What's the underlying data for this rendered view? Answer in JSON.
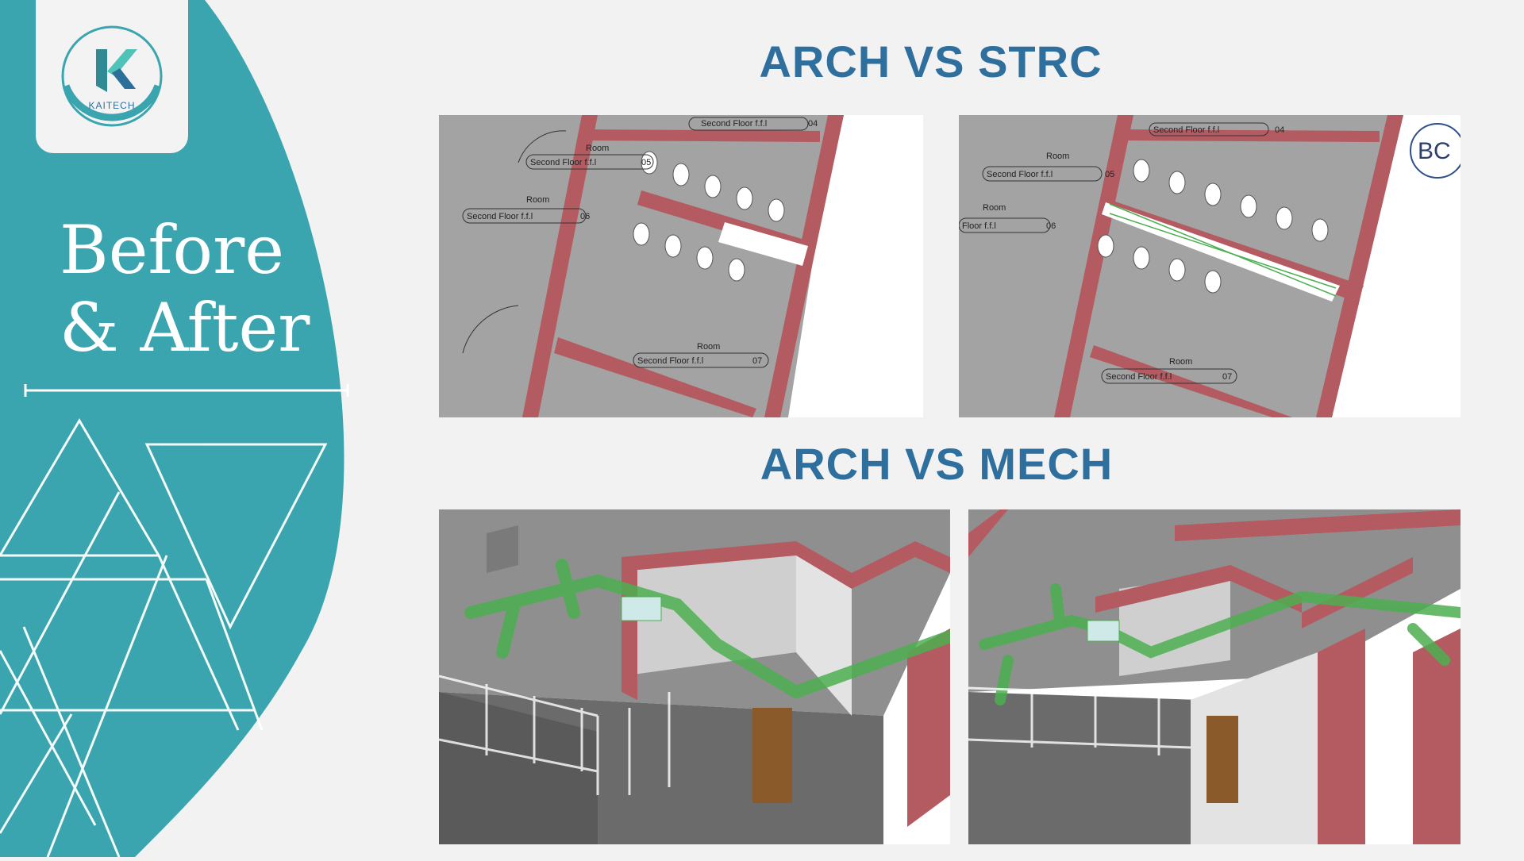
{
  "colors": {
    "teal": "#3aa5ae",
    "heading_blue": "#2e6f9e",
    "background": "#f2f2f2",
    "white": "#ffffff",
    "wall_red": "#b45a61",
    "floor_gray": "#9c9c9c",
    "duct_green": "#4caf50"
  },
  "logo": {
    "text": "KAITECH",
    "icon": "k-logo-icon"
  },
  "sidebar": {
    "title_line1": "Before",
    "title_line2": "& After"
  },
  "sections": [
    {
      "heading": "ARCH VS STRC",
      "images": [
        {
          "name": "arch-strc-before-plan",
          "labels": {
            "room_a": "Room",
            "room_b": "Room",
            "room_c": "Room",
            "tag_a": "Second Floor f.f.l",
            "tag_b": "Second Floor f.f.l",
            "tag_c": "Second Floor f.f.l",
            "tag_d": "Second Floor f.f.l",
            "num_a": "04",
            "num_b": "05",
            "num_c": "06",
            "num_d": "07"
          }
        },
        {
          "name": "arch-strc-after-plan",
          "labels": {
            "room_a": "Room",
            "room_b": "Room",
            "room_c": "Room",
            "tag_a": "Second Floor f.f.l",
            "tag_b": "Second Floor f.f.l",
            "tag_c": "Floor f.f.l",
            "tag_d": "Second Floor f.f.l",
            "num_a": "04",
            "num_b": "05",
            "num_c": "06",
            "num_d": "07",
            "badge": "BC"
          }
        }
      ]
    },
    {
      "heading": "ARCH VS MECH",
      "images": [
        {
          "name": "arch-mech-before-3d"
        },
        {
          "name": "arch-mech-after-3d"
        }
      ]
    }
  ]
}
